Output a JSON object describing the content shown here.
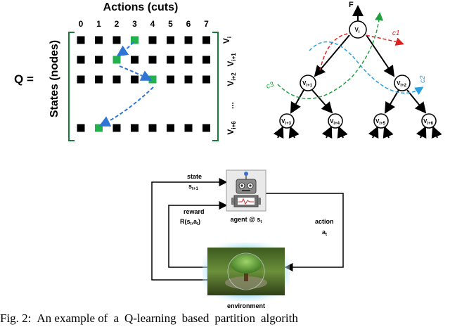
{
  "qmatrix": {
    "equation_label": "Q =",
    "actions_label": "Actions (cuts)",
    "states_label": "States (nodes)",
    "column_labels": [
      "0",
      "1",
      "2",
      "3",
      "4",
      "5",
      "6",
      "7"
    ],
    "rows": [
      {
        "label": "V",
        "sub": "i",
        "highlight_col": 3
      },
      {
        "label": "V",
        "sub": "i+1",
        "highlight_col": 2
      },
      {
        "label": "V",
        "sub": "i+2",
        "highlight_col": 4
      },
      {
        "label": "...",
        "sub": "",
        "highlight_col": null
      },
      {
        "label": "V",
        "sub": "i+6",
        "highlight_col": 1
      }
    ],
    "colors": {
      "cell": "#000000",
      "highlight": "#22b14c",
      "bracket": "#1a7a3a",
      "arrow": "#2e75d6"
    }
  },
  "tree": {
    "output_label": "F",
    "nodes": {
      "root": {
        "label": "V",
        "sub": "i"
      },
      "left": {
        "label": "V",
        "sub": "i+1"
      },
      "right": {
        "label": "V",
        "sub": "i+2"
      },
      "ll": {
        "label": "V",
        "sub": "i+3"
      },
      "lr": {
        "label": "V",
        "sub": "i+4"
      },
      "rl": {
        "label": "V",
        "sub": "i+5"
      },
      "rr": {
        "label": "V",
        "sub": "i+6"
      }
    },
    "cut_labels": {
      "c1": "c1",
      "c2": "c2",
      "c3": "c3"
    },
    "colors": {
      "c1": "#e02020",
      "c2": "#2aa0e0",
      "c3": "#22a040"
    }
  },
  "rl_loop": {
    "state_label": "state",
    "state_value": "s",
    "state_sub": "t+1",
    "reward_label": "reward",
    "reward_value_prefix": "R(s",
    "reward_value_sub1": "t",
    "reward_value_mid": ",a",
    "reward_value_sub2": "t",
    "reward_value_suffix": ")",
    "agent_label": "agent @ s",
    "agent_sub": "t",
    "action_label": "action",
    "action_value": "a",
    "action_sub": "t",
    "environment_label": "environment"
  },
  "caption": {
    "parts": [
      "Fig. 2:",
      "An example of",
      "a",
      "Q-learning",
      "based",
      "partition",
      "algorith"
    ]
  }
}
